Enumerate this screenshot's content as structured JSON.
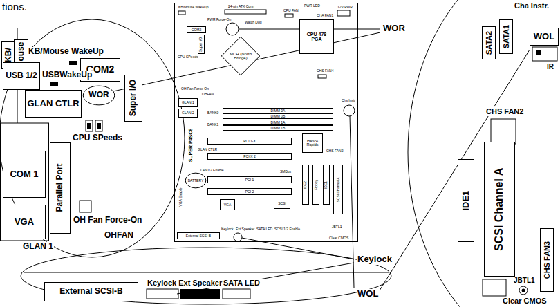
{
  "diagram": {
    "nodes": [
      {
        "text": [
          "KB/"
        ]
      },
      {
        "text": [
          "Mouse"
        ]
      },
      {
        "text": [
          "USB 1/2"
        ]
      },
      {
        "text": [
          "COM2"
        ]
      },
      {
        "text": [
          "GLAN CTLR"
        ]
      },
      {
        "text": [
          "WOR"
        ]
      },
      {
        "text": [
          "Super I/O"
        ]
      },
      {
        "text": [
          "COM 1"
        ]
      },
      {
        "text": [
          "Parallel Port"
        ]
      },
      {
        "text": [
          "VGA"
        ]
      },
      {
        "text": [
          "SUPER P4SC8"
        ]
      },
      {
        "text": [
          "MCH (North Bridge)"
        ],
        "in": 10
      },
      {
        "text": [
          "CPU 478 PGA"
        ],
        "in": 10
      },
      {
        "text": [
          "COM2"
        ],
        "in": 10
      },
      {
        "text": [
          "Super I/O"
        ],
        "in": 10
      },
      {
        "text": [
          "GLAN 1"
        ],
        "in": 10
      },
      {
        "text": [
          "GLAN 2"
        ],
        "in": 10
      },
      {
        "text": [
          "DIMM 0A"
        ],
        "in": 10
      },
      {
        "text": [
          "DIMM 0B"
        ],
        "in": 10
      },
      {
        "text": [
          "DIMM 1A"
        ],
        "in": 10
      },
      {
        "text": [
          "DIMM 1B"
        ],
        "in": 10
      },
      {
        "text": [
          "PCI 1-X"
        ],
        "in": 10
      },
      {
        "text": [
          "PCI-X 2"
        ],
        "in": 10
      },
      {
        "text": [
          "Hance Rapids"
        ],
        "in": 10
      },
      {
        "text": [
          "PCI 1"
        ],
        "in": 10
      },
      {
        "text": [
          "PCI 2"
        ],
        "in": 10
      },
      {
        "text": [
          "IDE2"
        ],
        "in": 10
      },
      {
        "text": [
          "Floppy"
        ],
        "in": 10
      },
      {
        "text": [
          "IDE1"
        ],
        "in": 10
      },
      {
        "text": [
          "SCSI Channel A"
        ],
        "in": 10
      },
      {
        "text": [
          "VGA"
        ],
        "in": 10
      },
      {
        "text": [
          "SCSI"
        ],
        "in": 10
      },
      {
        "text": [
          "BATTERY"
        ],
        "in": 10
      },
      {
        "text": [
          "External SCSI-B"
        ],
        "in": 10
      },
      {
        "text": [
          "SATA2"
        ]
      },
      {
        "text": [
          "SATA1"
        ]
      },
      {
        "text": [
          "WOL"
        ]
      },
      {
        "text": [
          "IDE1"
        ]
      },
      {
        "text": [
          "SCSI Channel A"
        ]
      },
      {
        "text": [
          "CHS FAN3"
        ]
      },
      {
        "text": [
          "External SCSI-B"
        ]
      }
    ],
    "labels": [
      "tions.",
      "KB/Mouse WakeUp",
      "USBWakeUp",
      "CPU SPeeds",
      "OH Fan Force-On",
      "OHFAN",
      "GLAN 1",
      "WOR",
      "Keylock",
      "WOL",
      "Keylock Ext Speaker",
      "SATA LED",
      "Cha Instr.",
      "IR",
      "CHS FAN2",
      "JBTL1",
      "Clear CMOS",
      "KB/Mouse WakeUp",
      "24-pin ATX Conn",
      "PWR LED",
      "CPU FAN",
      "12V PWR",
      "CHA FAN1",
      "PWR Force-On",
      "Watch Dog",
      "CPU SPeeds",
      "CHS FAN4",
      "OH Fan Force-On",
      "OHFAN",
      "BANK0",
      "BANK1",
      "Chs Instr",
      "GLAN CTLR",
      "LAN1/2 Enable",
      "SMBus",
      "CHS FAN2",
      "VGA Enable",
      "Keylock",
      "Ext Speaker",
      "SATA LED",
      "SCSI 1/2 Enable",
      "JBTL1",
      "Clear CMOS"
    ]
  }
}
